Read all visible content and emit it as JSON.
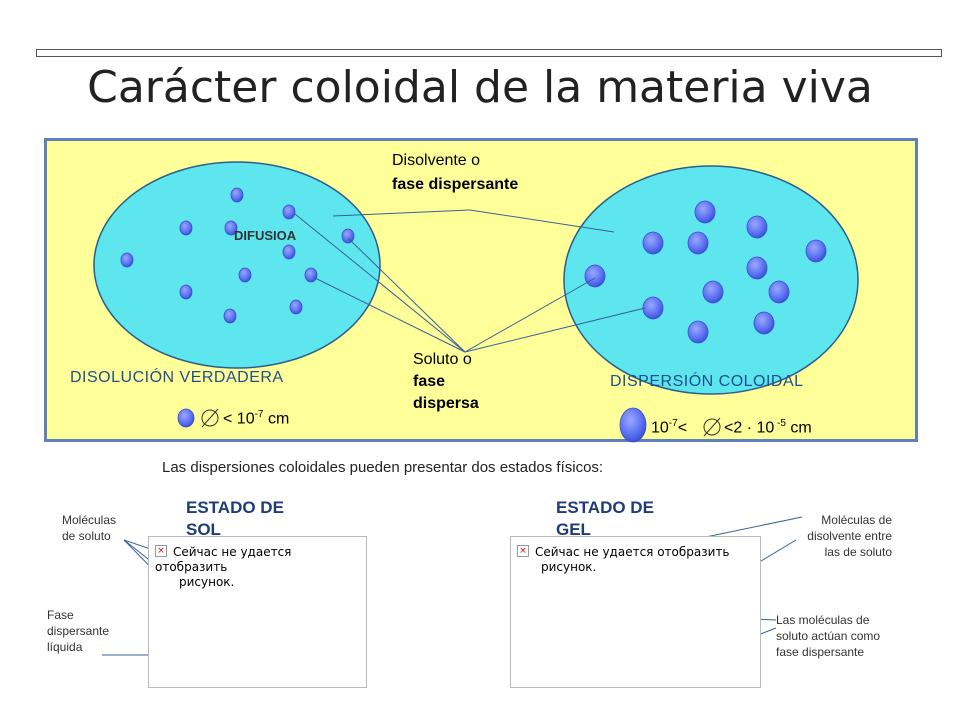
{
  "title": "Carácter coloidal de la materia viva",
  "diagram": {
    "solvent_label_1": "Disolvente o",
    "solvent_label_2": "fase dispersante",
    "solute_label_1": "Soluto o",
    "solute_label_2": "fase",
    "solute_label_3": "dispersa",
    "difusion_label": "DIFUSIOA",
    "left_title": "DISOLUCIÓN VERDADERA",
    "right_title": "DISPERSIÓN COLOIDAL",
    "left_size": "< 10",
    "left_size_exp": "-7",
    "left_size_unit": " cm",
    "right_size_a": "10",
    "right_size_a_exp": "-7",
    "right_size_b": "<",
    "right_size_c": " <2 · 10",
    "right_size_c_exp": " -5",
    "right_size_unit": " cm",
    "diameter_icon": "diameter-symbol",
    "colors": {
      "panel": "#ffff99",
      "ellipse": "#5ee6ee",
      "particle": "#6a7ef0",
      "border": "#5f80b8"
    }
  },
  "intro": "Las dispersiones coloidales pueden presentar dos estados físicos:",
  "sol": {
    "title_1": "ESTADO DE",
    "title_2": "SOL",
    "label_solute_1": "Moléculas",
    "label_solute_2": "de soluto",
    "label_phase_1": "Fase",
    "label_phase_2": "dispersante",
    "label_phase_3": "líquida",
    "broken_image_1": "Сейчас не удается отобразить",
    "broken_image_2": "рисунок."
  },
  "gel": {
    "title_1": "ESTADO DE",
    "title_2": "GEL",
    "label_solvent_1": "Moléculas de",
    "label_solvent_2": "disolvente entre",
    "label_solvent_3": "las de soluto",
    "label_solute_1": "Las moléculas de",
    "label_solute_2": "soluto actúan como",
    "label_solute_3": "fase dispersante",
    "broken_image_1": "Сейчас не удается отобразить",
    "broken_image_2": "рисунок."
  }
}
